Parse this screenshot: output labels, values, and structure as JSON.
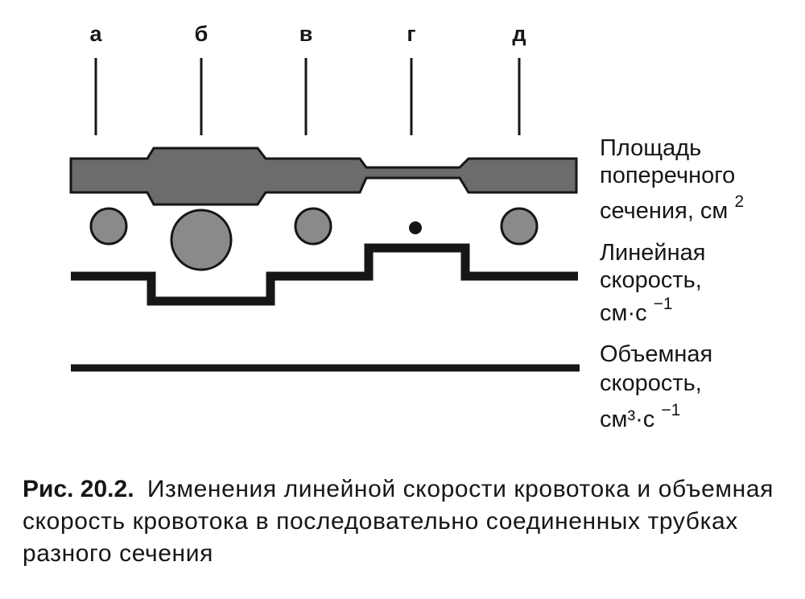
{
  "sections": [
    "а",
    "б",
    "в",
    "г",
    "д"
  ],
  "rows": [
    {
      "lines": [
        "Площадь",
        "поперечного",
        "сечения, см"
      ],
      "superscript": "2"
    },
    {
      "lines": [
        "Линейная",
        "скорость,",
        "см·с"
      ],
      "superscript": "−1"
    },
    {
      "lines": [
        "Объемная",
        "скорость,",
        "см³·с"
      ],
      "superscript": "−1"
    }
  ],
  "caption": {
    "number": "Рис. 20.2.",
    "text": "Изменения линейной скорости кровотока и объемная скорость кровотока в последовательно соединенных трубках разного сечения"
  },
  "colors": {
    "ink": "#161616",
    "tube_fill": "#6c6c6c",
    "circle_fill": "#8a8a8a",
    "background": "#ffffff"
  }
}
